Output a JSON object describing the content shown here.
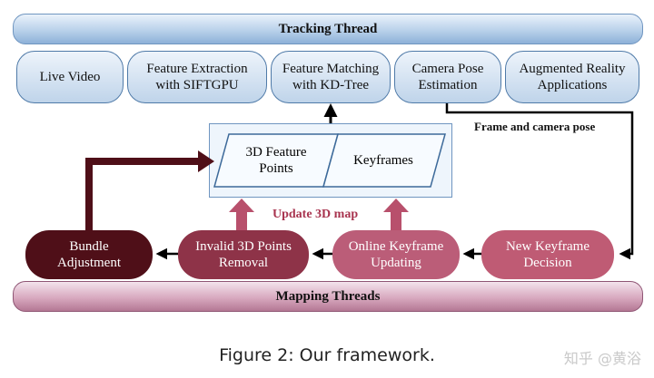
{
  "tracking_thread": "Tracking Thread",
  "mapping_threads": "Mapping Threads",
  "tracking_nodes": [
    {
      "label": "Live Video"
    },
    {
      "label": "Feature Extraction\nwith SIFTGPU"
    },
    {
      "label": "Feature Matching\nwith KD-Tree"
    },
    {
      "label": "Camera Pose\nEstimation"
    },
    {
      "label": "Augmented Reality\nApplications"
    }
  ],
  "map_items": [
    {
      "label": "3D Feature\nPoints"
    },
    {
      "label": "Keyframes"
    }
  ],
  "mapping_nodes": [
    {
      "label": "Bundle\nAdjustment",
      "color": "#4f0f18"
    },
    {
      "label": "Invalid 3D Points\nRemoval",
      "color": "#8e3348"
    },
    {
      "label": "Online Keyframe\nUpdating",
      "color": "#bb5d78"
    },
    {
      "label": "New Keyframe\nDecision",
      "color": "#bf5b74"
    }
  ],
  "labels": {
    "frame_pose": "Frame and camera pose",
    "update_map": "Update 3D map"
  },
  "caption": "Figure 2: Our framework.",
  "watermark": "知乎 @黄浴",
  "colors": {
    "update_map_text": "#a8344f",
    "update_arrow": "#b8506c",
    "bundle_arrow": "#4f0f18"
  }
}
